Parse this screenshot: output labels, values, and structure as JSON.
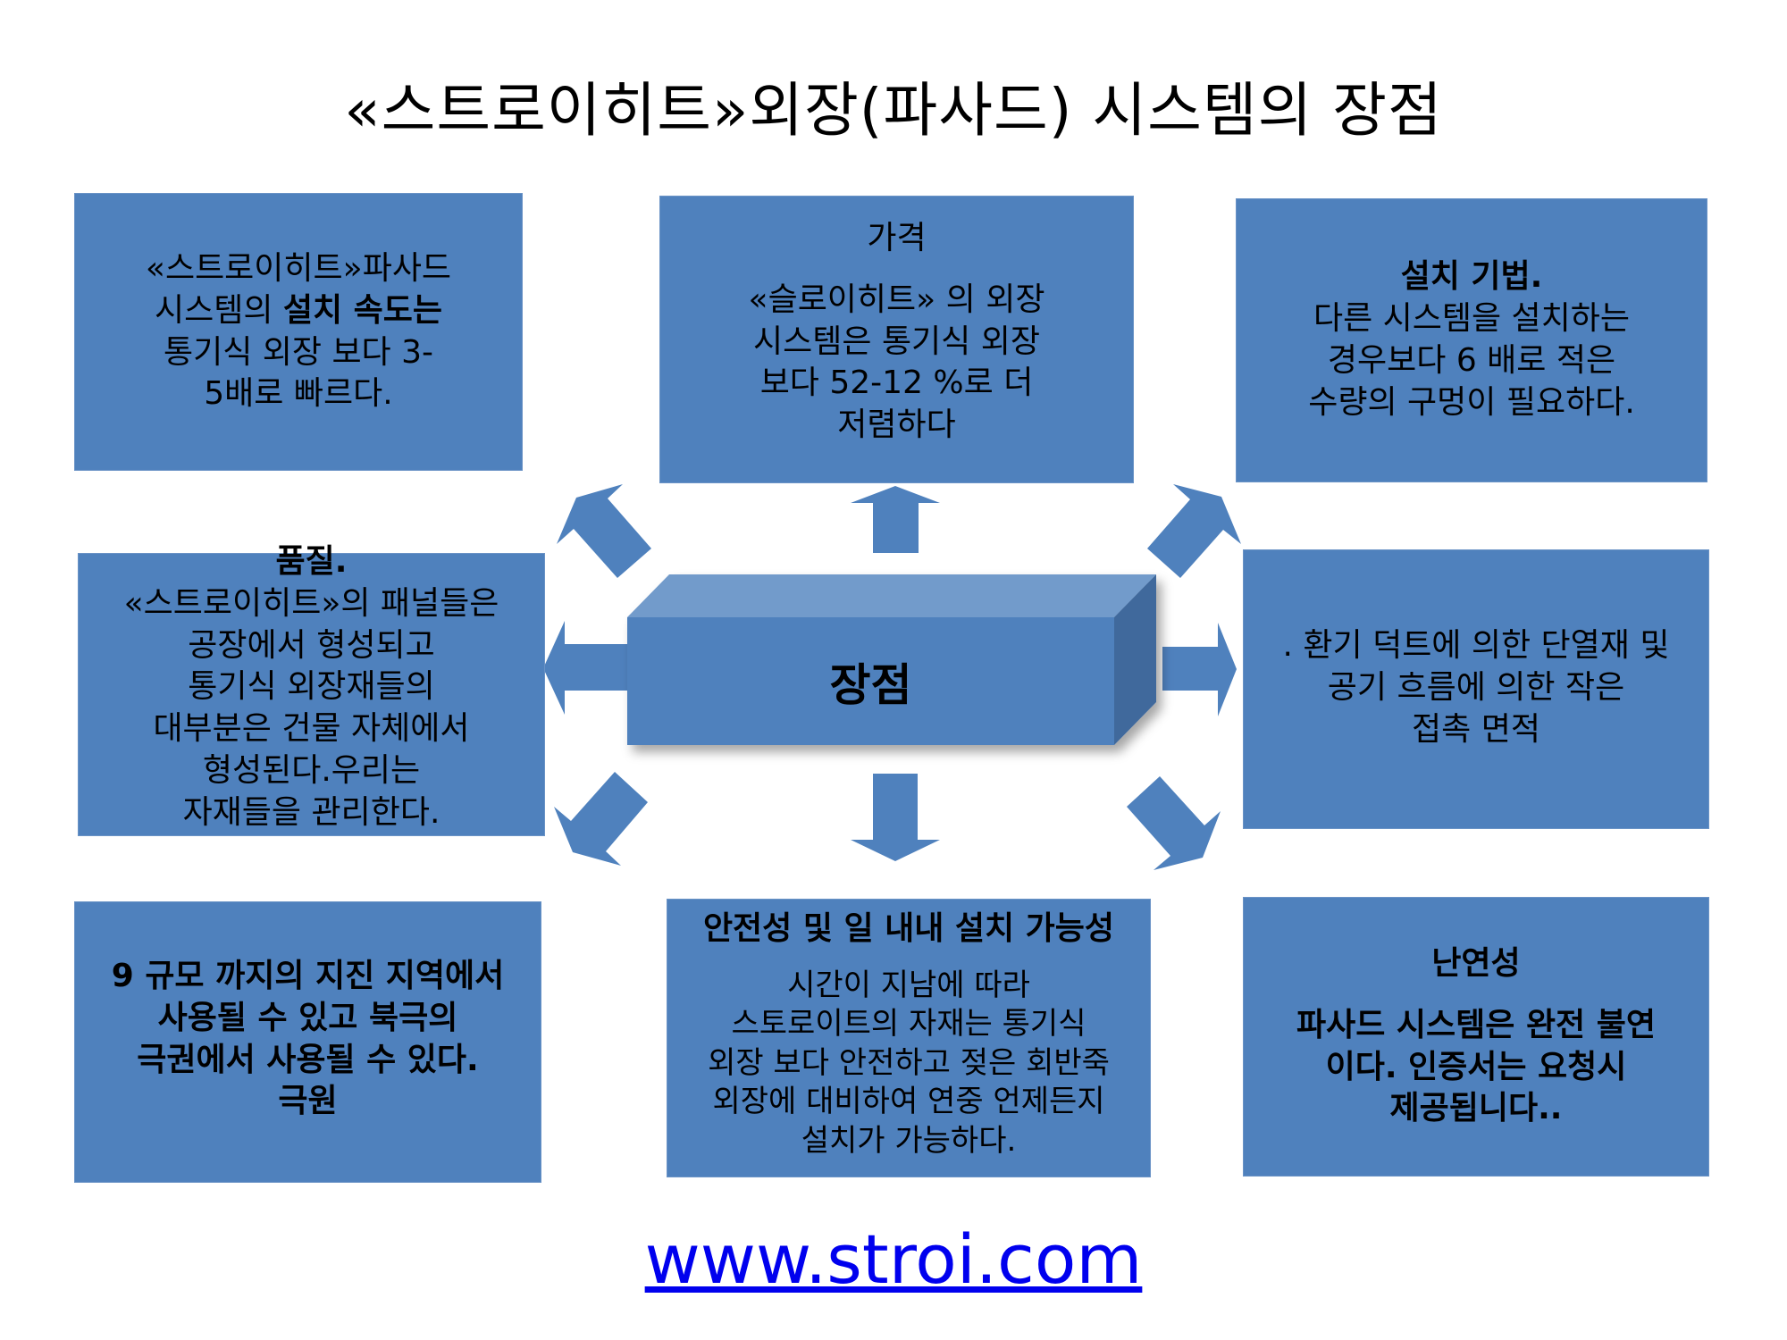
{
  "title": "«스트로이히트»외장(파사드) 시스템의 장점",
  "center": {
    "label": "장점"
  },
  "boxes": {
    "speed": {
      "line1": "«스트로이히트»파사드",
      "line2a": "시스템의 ",
      "line2b": "설치 속도는",
      "line3": "통기식  외장 보다 3-\n5배로 빠르다."
    },
    "price": {
      "heading": "가격",
      "body": "«슬로이히트» 의 외장\n시스템은 통기식 외장\n보다 52-12 %로 더\n저렴하다"
    },
    "install": {
      "heading": "설치 기법.",
      "body": "다른 시스템을 설치하는\n경우보다 6 배로 적은\n수량의 구멍이 필요하다."
    },
    "quality": {
      "heading": "품질.",
      "body": "«스트로이히트»의 패널들은\n공장에서 형성되고\n통기식 외장재들의\n대부분은 건물 자체에서\n형성된다.우리는\n자재들을 관리한다."
    },
    "ventilation": {
      "body": ". 환기 덕트에 의한 단열재  및\n공기 흐름에 의한 작은\n접촉 면적"
    },
    "seismic": {
      "body": "9 규모 까지의 지진 지역에서\n사용될 수 있고  북극의\n극권에서 사용될 수 있다.\n극원"
    },
    "safety": {
      "heading": "안전성 및 일  내내 설치 가능성",
      "body": "시간이 지남에  따라\n스토로이트의 자재는 통기식\n외장 보다 안전하고 젖은 회반죽\n외장에 대비하여 연중 언제든지\n설치가  가능하다."
    },
    "fire": {
      "heading": "난연성",
      "body": "파사드 시스템은 완전 불연\n이다. 인증서는 요청시\n제공됩니다.."
    }
  },
  "footer": {
    "url": "www.stroi.com"
  },
  "colors": {
    "box": "#4f81bd",
    "box_top": "#729bcb",
    "box_side": "#40699c",
    "link": "#0000ee"
  }
}
